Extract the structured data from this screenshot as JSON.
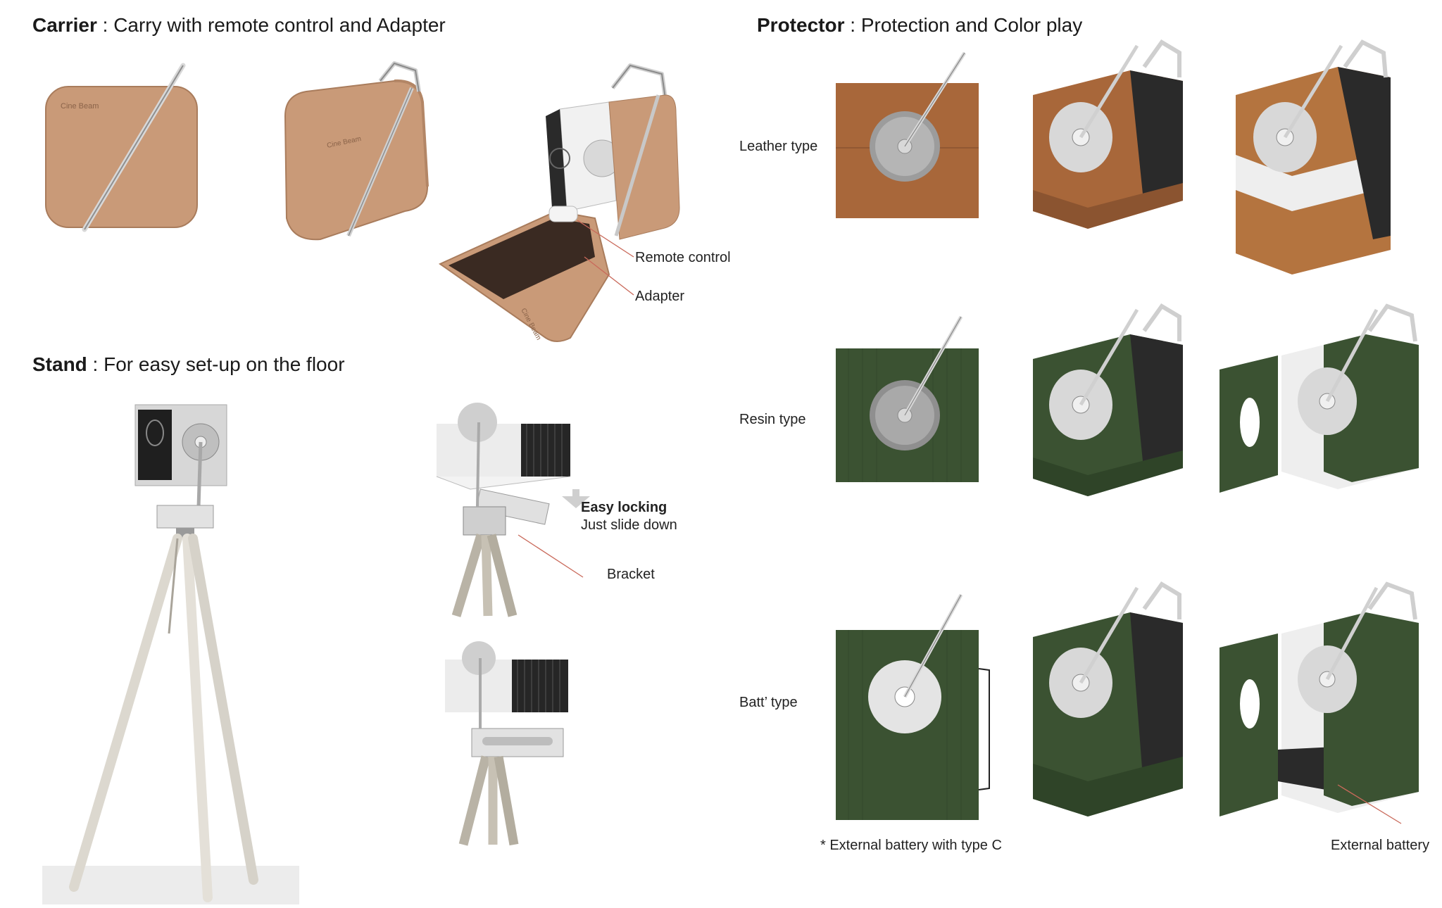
{
  "carrier": {
    "title_bold": "Carrier",
    "title_sep": " : ",
    "title_rest": "Carry with remote control and Adapter",
    "remote_label": "Remote control",
    "adapter_label": "Adapter",
    "brand": "Cine Beam"
  },
  "stand": {
    "title_bold": "Stand",
    "title_sep": " : ",
    "title_rest": "For easy set-up on the floor",
    "locking_bold": "Easy locking",
    "locking_sub": "Just slide down",
    "bracket_label": "Bracket"
  },
  "protector": {
    "title_bold": "Protector",
    "title_sep": " : ",
    "title_rest": "Protection and Color play",
    "rows": [
      "Leather type",
      "Resin type",
      "Batt’ type"
    ],
    "battery_note": "* External battery with type C",
    "external_battery": "External battery"
  },
  "colors": {
    "leather": "#a8673a",
    "carrier_tan": "#c99a78",
    "resin_green": "#3b5232",
    "metal": "#c9c9c9"
  }
}
